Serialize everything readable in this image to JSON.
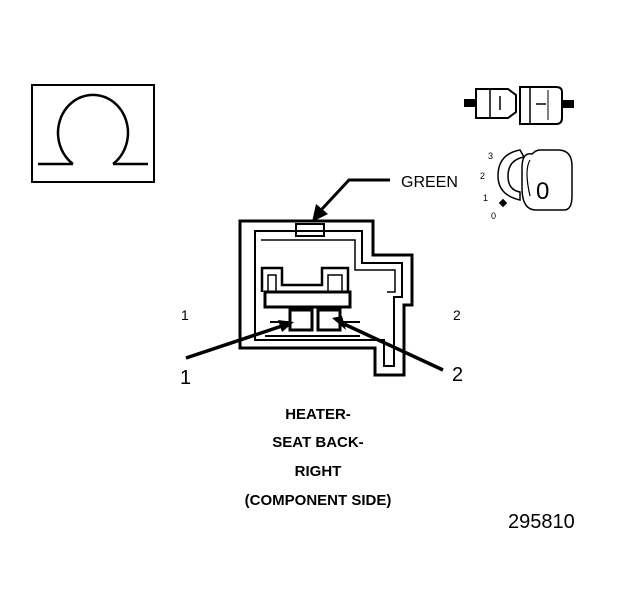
{
  "symbol": {
    "icon": "ohm-symbol-icon"
  },
  "labels": {
    "wire_color": "GREEN",
    "cavity_left": "1",
    "cavity_right": "2",
    "pointer_left": "1",
    "pointer_right": "2"
  },
  "key_icon": {
    "icon": "connector-position-key-icon",
    "scale_3": "3",
    "scale_2": "2",
    "scale_1": "1",
    "scale_0": "0",
    "key_letter": "0"
  },
  "caption": {
    "line1": "HEATER-",
    "line2": "SEAT BACK-",
    "line3": "RIGHT",
    "line4": "(COMPONENT SIDE)"
  },
  "figure_number": "295810"
}
